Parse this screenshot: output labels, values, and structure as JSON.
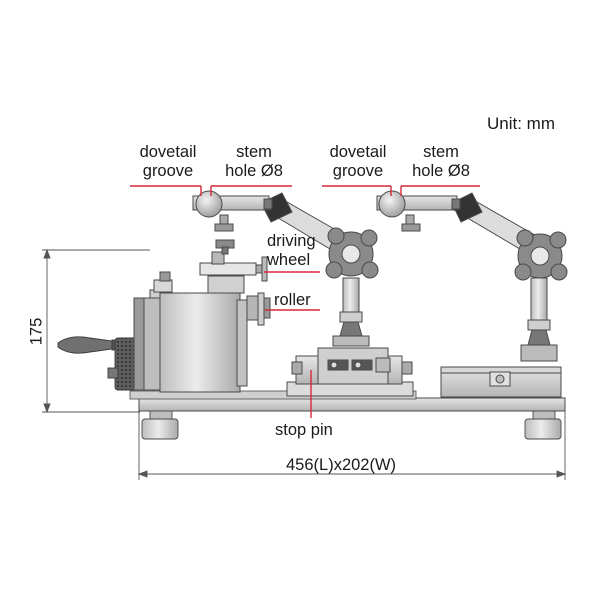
{
  "labels": {
    "unit": "Unit: mm",
    "dovetail_groove_left": [
      "dovetail",
      "groove"
    ],
    "stem_hole_left": [
      "stem",
      "hole Ø8"
    ],
    "dovetail_groove_right": [
      "dovetail",
      "groove"
    ],
    "stem_hole_right": [
      "stem",
      "hole Ø8"
    ],
    "driving_wheel": [
      "driving",
      "wheel"
    ],
    "roller": "roller",
    "stop_pin": "stop pin",
    "height_dimension": "175",
    "base_dimension": "456(L)x202(W)"
  },
  "colors": {
    "leader_line": "#d6283a",
    "outline": "#4a4a4a",
    "body_fill": "#d4d4d4",
    "dark_fill": "#8c8c8c"
  }
}
